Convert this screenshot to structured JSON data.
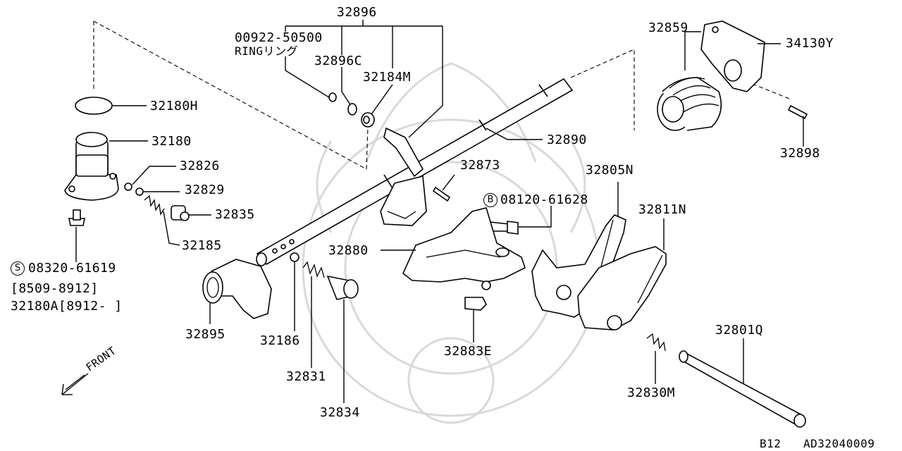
{
  "diagram": {
    "labels": {
      "p32896": "32896",
      "p00922": "00922-50500",
      "ring": "RINGリング",
      "p32896c": "32896C",
      "p32184m": "32184M",
      "p32859": "32859",
      "p34130y": "34130Y",
      "p32180h": "32180H",
      "p32180": "32180",
      "p32826": "32826",
      "p32829": "32829",
      "p32835": "32835",
      "p32185": "32185",
      "p32890": "32890",
      "p32898": "32898",
      "p32873": "32873",
      "p08120_prefix": "B",
      "p08120": "08120-61628",
      "p32805n": "32805N",
      "p32811n": "32811N",
      "p08320_prefix": "S",
      "p08320": "08320-61619",
      "range1": "[8509-8912]",
      "p32180a": "32180A[8912-      ]",
      "p32880": "32880",
      "p32895": "32895",
      "p32186": "32186",
      "p32831": "32831",
      "p32834": "32834",
      "p32883e": "32883E",
      "p32801q": "32801Q",
      "p32830m": "32830M",
      "front": "FRONT",
      "footer_code": "B12",
      "footer_id": "AD32040009"
    }
  }
}
